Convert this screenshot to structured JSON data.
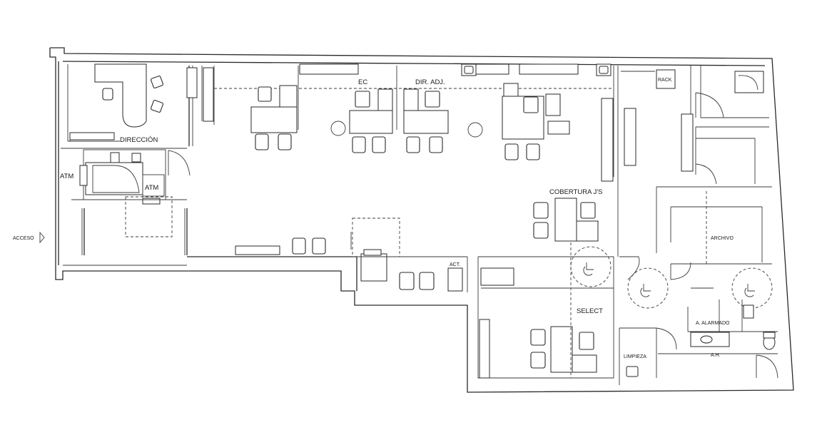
{
  "plan": {
    "labels": {
      "direccion": "DIRECCIÓN",
      "ec": "EC",
      "dir_adj": "DIR. ADJ.",
      "rack": "RACK",
      "atm_left": "ATM",
      "atm_inner": "ATM",
      "cobertura": "COBERTURA J'S",
      "archivo": "ARCHIVO",
      "acceso": "ACCESO",
      "act": "ACT.",
      "select": "SELECT",
      "a_alarmado": "A. ALARMADO",
      "limpieza": "LIMPIEZA",
      "ah": "A.H."
    },
    "icons": {
      "accessibility_symbol": "wheelchair-icon",
      "entry_arrow": "arrow-right-icon"
    }
  }
}
